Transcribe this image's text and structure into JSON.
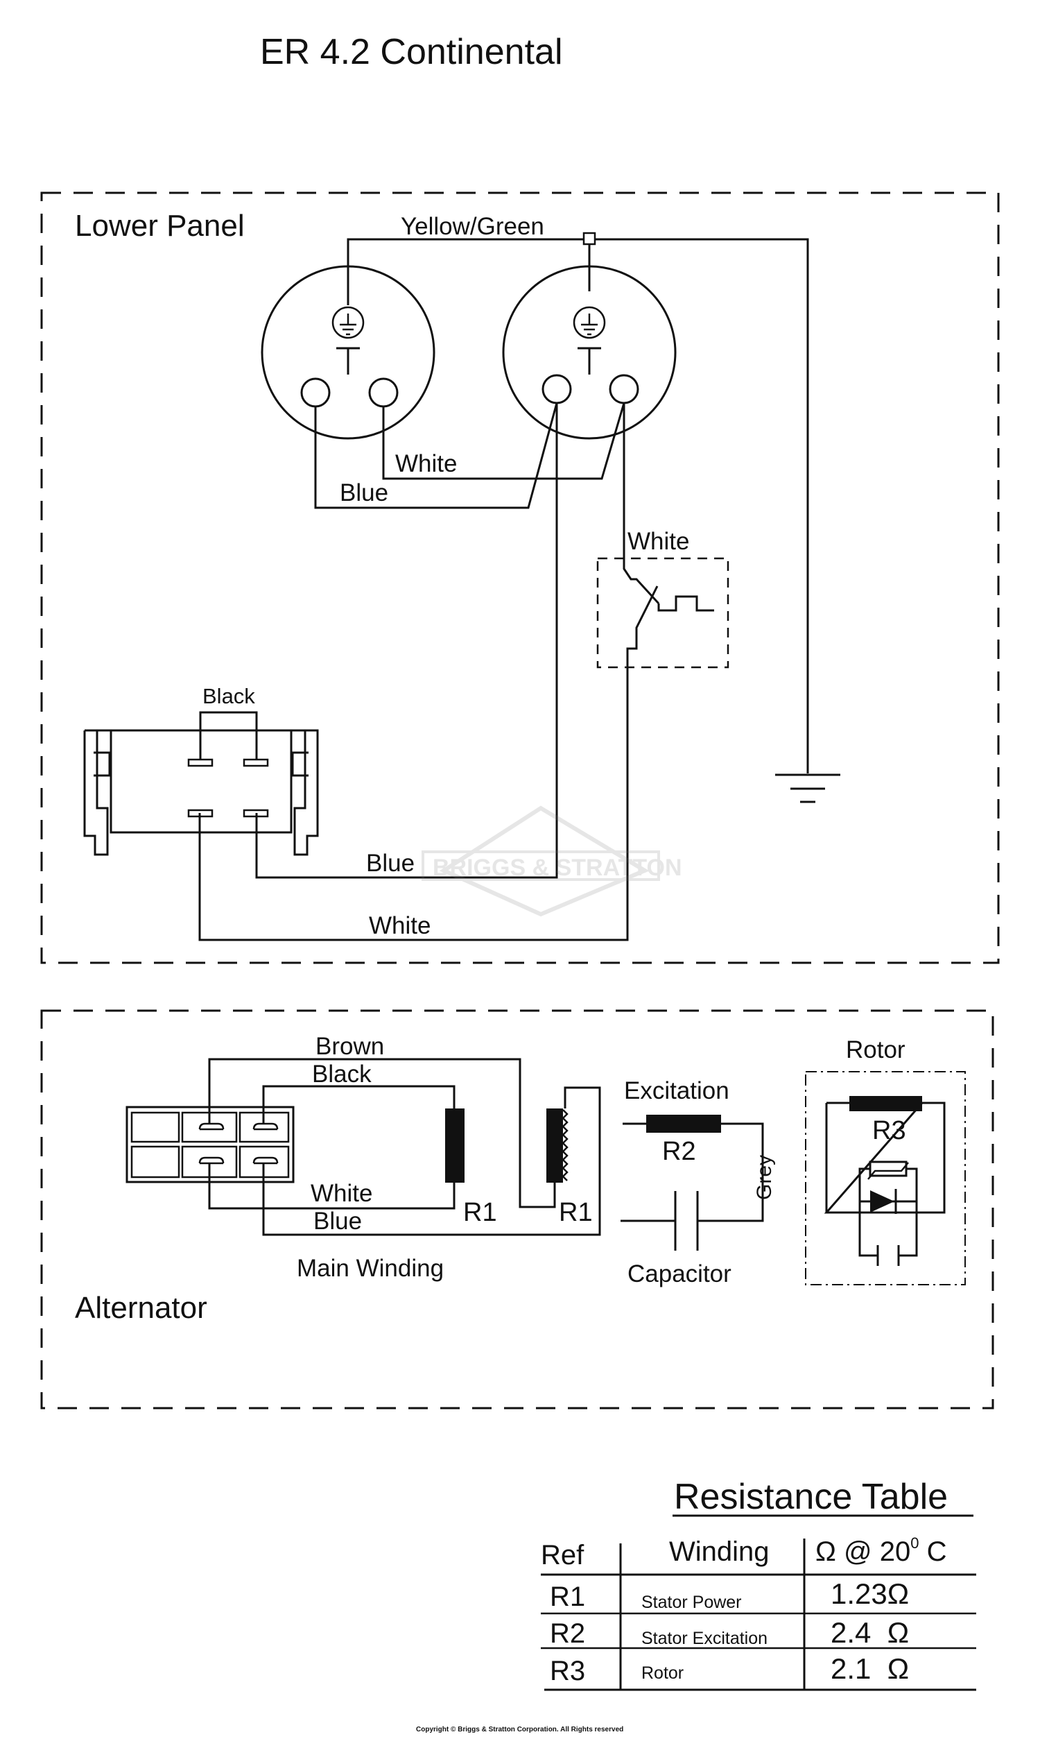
{
  "title": "ER 4.2 Continental",
  "lower_panel": {
    "label": "Lower Panel",
    "wire_yellow_green": "Yellow/Green",
    "wire_white_top": "White",
    "wire_blue_top": "Blue",
    "wire_white_switch": "White",
    "connector_black": "Black",
    "wire_blue_bottom": "Blue",
    "wire_white_bottom": "White"
  },
  "watermark": "BRIGGS & STRATTON",
  "alternator": {
    "label": "Alternator",
    "wire_brown": "Brown",
    "wire_black": "Black",
    "wire_white": "White",
    "wire_blue": "Blue",
    "main_winding_label": "Main Winding",
    "r1_a": "R1",
    "r1_b": "R1",
    "excitation_label": "Excitation",
    "r2": "R2",
    "grey_label": "Grey",
    "capacitor_label": "Capacitor",
    "rotor_label": "Rotor",
    "r3": "R3"
  },
  "resistance_table": {
    "title": "Resistance Table",
    "headers": {
      "ref": "Ref",
      "winding": "Winding",
      "value_prefix": "Ω @ 20",
      "value_sup": "0",
      "value_suffix": " C"
    },
    "rows": [
      {
        "ref": "R1",
        "winding": "Stator Power",
        "value": "1.23Ω"
      },
      {
        "ref": "R2",
        "winding": "Stator Excitation",
        "value": "2.4  Ω"
      },
      {
        "ref": "R3",
        "winding": "Rotor",
        "value": "2.1  Ω"
      }
    ]
  },
  "copyright": "Copyright © Briggs & Stratton Corporation. All Rights reserved"
}
